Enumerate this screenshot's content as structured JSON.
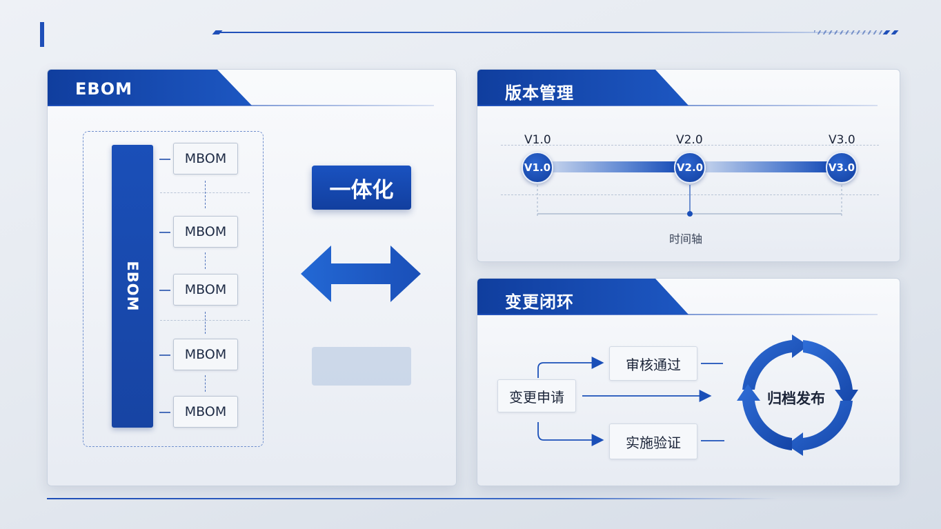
{
  "colors": {
    "primary": "#1a4fb8",
    "dark": "#103e9e",
    "text": "#1b2438"
  },
  "ebom_panel": {
    "title": "EBOM",
    "bar_label": "EBOM",
    "mbom_items": [
      "MBOM",
      "MBOM",
      "MBOM",
      "MBOM",
      "MBOM"
    ],
    "integration_label": "一体化",
    "arrow_icon": "double-arrow-icon"
  },
  "version_panel": {
    "title": "版本管理",
    "versions": [
      {
        "label": "V1.0",
        "node": "V1.0"
      },
      {
        "label": "V2.0",
        "node": "V2.0"
      },
      {
        "label": "V3.0",
        "node": "V3.0"
      }
    ],
    "timeline_label": "时间轴"
  },
  "change_panel": {
    "title": "变更闭环",
    "request": "变更申请",
    "approve": "审核通过",
    "verify": "实施验证",
    "archive": "归档发布",
    "cycle_icon": "cycle-arrows-icon"
  }
}
